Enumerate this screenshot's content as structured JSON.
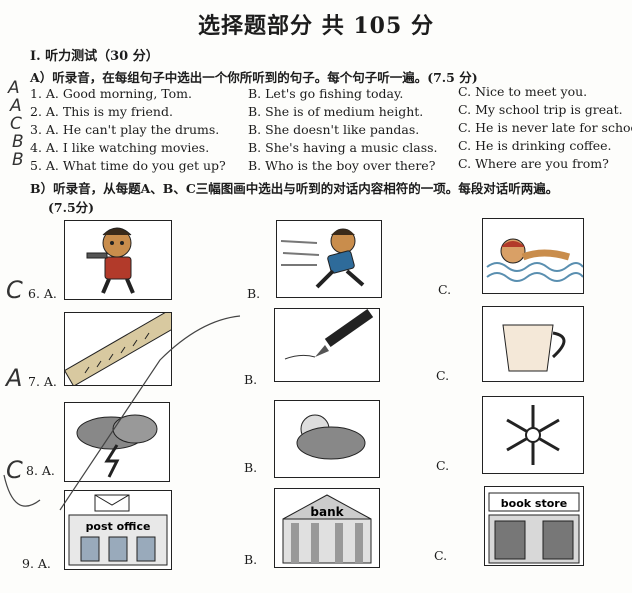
{
  "title": "选择题部分  共 105 分",
  "section1": "I. 听力测试（30 分）",
  "partA": {
    "instruction": "A）听录音，在每组句子中选出一个你所听到的句子。每个句子听一遍。(7.5 分)",
    "rows": [
      {
        "n": "1. A. Good morning, Tom.",
        "b": "B. Let's go fishing today.",
        "c": "C. Nice to meet you.",
        "mark": "A"
      },
      {
        "n": "2. A. This is my friend.",
        "b": "B. She is of medium height.",
        "c": "C. My school trip is great.",
        "mark": "A"
      },
      {
        "n": "3. A. He can't play the drums.",
        "b": "B. She doesn't like pandas.",
        "c": "C. He is never late for school.",
        "mark": "C"
      },
      {
        "n": "4. A. I like watching movies.",
        "b": "B. She's having a music class.",
        "c": "C. He is drinking coffee.",
        "mark": "B"
      },
      {
        "n": "5. A. What time do you get up?",
        "b": "B. Who is the boy over there?",
        "c": "C. Where are you from?",
        "mark": "B"
      }
    ]
  },
  "partB": {
    "instruction": "B）听录音，从每题A、B、C三幅图画中选出与听到的对话内容相符的一项。每段对话听两遍。",
    "score": "(7.5分)",
    "questions": [
      {
        "a": "6. A.",
        "b": "B.",
        "c": "C.",
        "mark": "C"
      },
      {
        "a": "7. A.",
        "b": "B.",
        "c": "C.",
        "mark": "A"
      },
      {
        "a": "8. A.",
        "b": "B.",
        "c": "C.",
        "mark": "C"
      },
      {
        "a": "9. A.",
        "b": "B.",
        "c": "C.",
        "mark": ""
      }
    ],
    "signs": {
      "post": "post office",
      "bank": "bank",
      "book": "book store"
    }
  }
}
